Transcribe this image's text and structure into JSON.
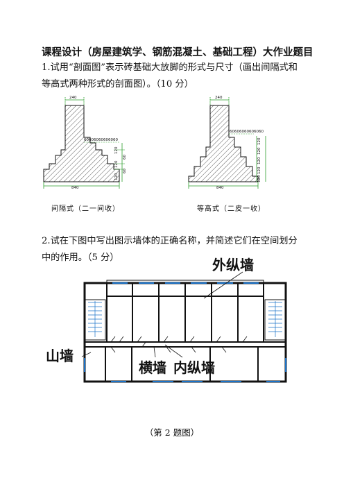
{
  "title": "课程设计（房屋建筑学、钢筋混凝土、基础工程）大作业题目",
  "question1": "1.试用“剖面图”表示砖基础大放脚的形式与尺寸（画出间隔式和等高式两种形式的剖面图）。（10 分）",
  "question2": "2.试在下图中写出图示墙体的正确名称，并简述它们在空间划分中的作用。（5 分）",
  "figure1": {
    "left": {
      "top_dim": "240",
      "bottom_dim": "840",
      "step_dims_top": "60606060606060",
      "side_dims": [
        "120",
        "60",
        "120",
        "60",
        "120"
      ],
      "label": "间隔式（二一间收）"
    },
    "right": {
      "top_dim": "240",
      "bottom_dim": "840",
      "step_dims_top": "60606060606060",
      "side_dims": [
        "120",
        "120",
        "120",
        "120",
        "120"
      ],
      "label": "等高式（二皮一收）"
    }
  },
  "figure2": {
    "labels": {
      "outer_longitudinal_wall": "外纵墙",
      "gable_wall": "山墙",
      "transverse_wall": "横墙",
      "inner_longitudinal_wall": "内纵墙"
    },
    "caption": "（第 2 题图）"
  }
}
